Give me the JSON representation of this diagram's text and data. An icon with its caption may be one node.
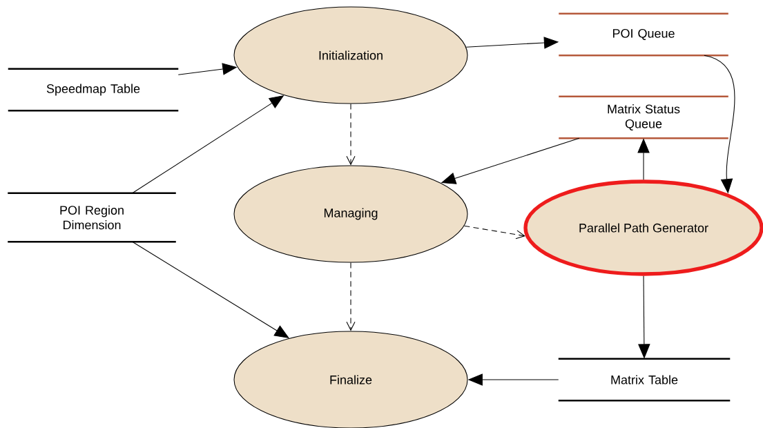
{
  "diagram": {
    "nodes": [
      {
        "text": [
          "Initialization"
        ]
      },
      {
        "text": [
          "Managing"
        ]
      },
      {
        "text": [
          "Finalize"
        ]
      },
      {
        "text": [
          "Speedmap Table"
        ]
      },
      {
        "text": [
          "POI Region Dimension"
        ]
      },
      {
        "text": [
          "POI Queue"
        ]
      },
      {
        "text": [
          "Matrix Status Queue"
        ]
      },
      {
        "text": [
          "Parallel Path Generator"
        ]
      },
      {
        "text": [
          "Matrix Table"
        ]
      }
    ],
    "edges": [
      {
        "from": 3,
        "to": 0,
        "arrow": "to"
      },
      {
        "from": 4,
        "to": 0,
        "arrow": "to"
      },
      {
        "from": 4,
        "to": 2,
        "arrow": "to"
      },
      {
        "from": 0,
        "to": 5,
        "arrow": "to"
      },
      {
        "from": 5,
        "to": 7,
        "arrow": "to"
      },
      {
        "from": 6,
        "to": 1,
        "arrow": "to"
      },
      {
        "from": 7,
        "to": 6,
        "arrow": "to"
      },
      {
        "from": 0,
        "to": 1,
        "arrow": "to",
        "style": "dashed"
      },
      {
        "from": 1,
        "to": 7,
        "arrow": "to",
        "style": "dashed"
      },
      {
        "from": 1,
        "to": 2,
        "arrow": "to",
        "style": "dashed"
      },
      {
        "from": 7,
        "to": 8,
        "arrow": "to"
      },
      {
        "from": 8,
        "to": 2,
        "arrow": "to"
      }
    ]
  }
}
